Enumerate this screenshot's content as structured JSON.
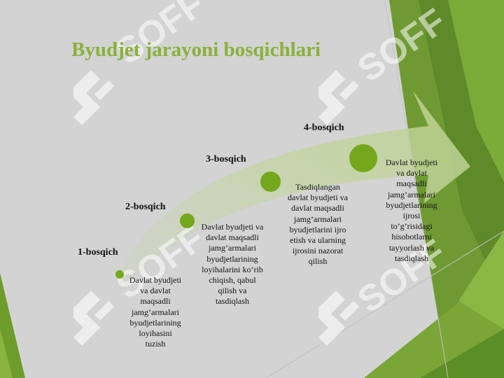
{
  "title": "Byudjet jarayoni bosqichlari",
  "stages": [
    {
      "label": "1-bosqich",
      "lines": [
        "Davlat byudjeti",
        "va davlat",
        "maqsadli",
        "jamg’armalari",
        "byudjetlarining",
        "loyihasini",
        "tuzish"
      ]
    },
    {
      "label": "2-bosqich",
      "lines": [
        "Davlat byudjeti va",
        "davlat maqsadli",
        "jamg’armalari",
        "byudjetlarining",
        "loyihalarini ko’rib",
        "chiqish, qabul",
        "qilish va",
        "tasdiqlash"
      ]
    },
    {
      "label": "3-bosqich",
      "lines": [
        "Tasdiqlangan",
        "davlat byudjeti va",
        "davlat maqsadli",
        "jamg’armalari",
        "byudjetlarini ijro",
        "etish va ularning",
        "ijrosini nazorat",
        "qilish"
      ]
    },
    {
      "label": "4-bosqich",
      "lines": [
        "Davlat byudjeti",
        "va davlat",
        "maqsadli",
        "jamg’armalari",
        "byudjetlarining",
        "ijrosi",
        "to’g’risidagi",
        "hisobotlarni",
        "tayyorlash va",
        "tasdiqlash"
      ]
    }
  ],
  "watermark": "SOFF",
  "colors": {
    "accent": "#8bb03a",
    "dot": "#75a71c",
    "background": "#d3d3d3"
  }
}
